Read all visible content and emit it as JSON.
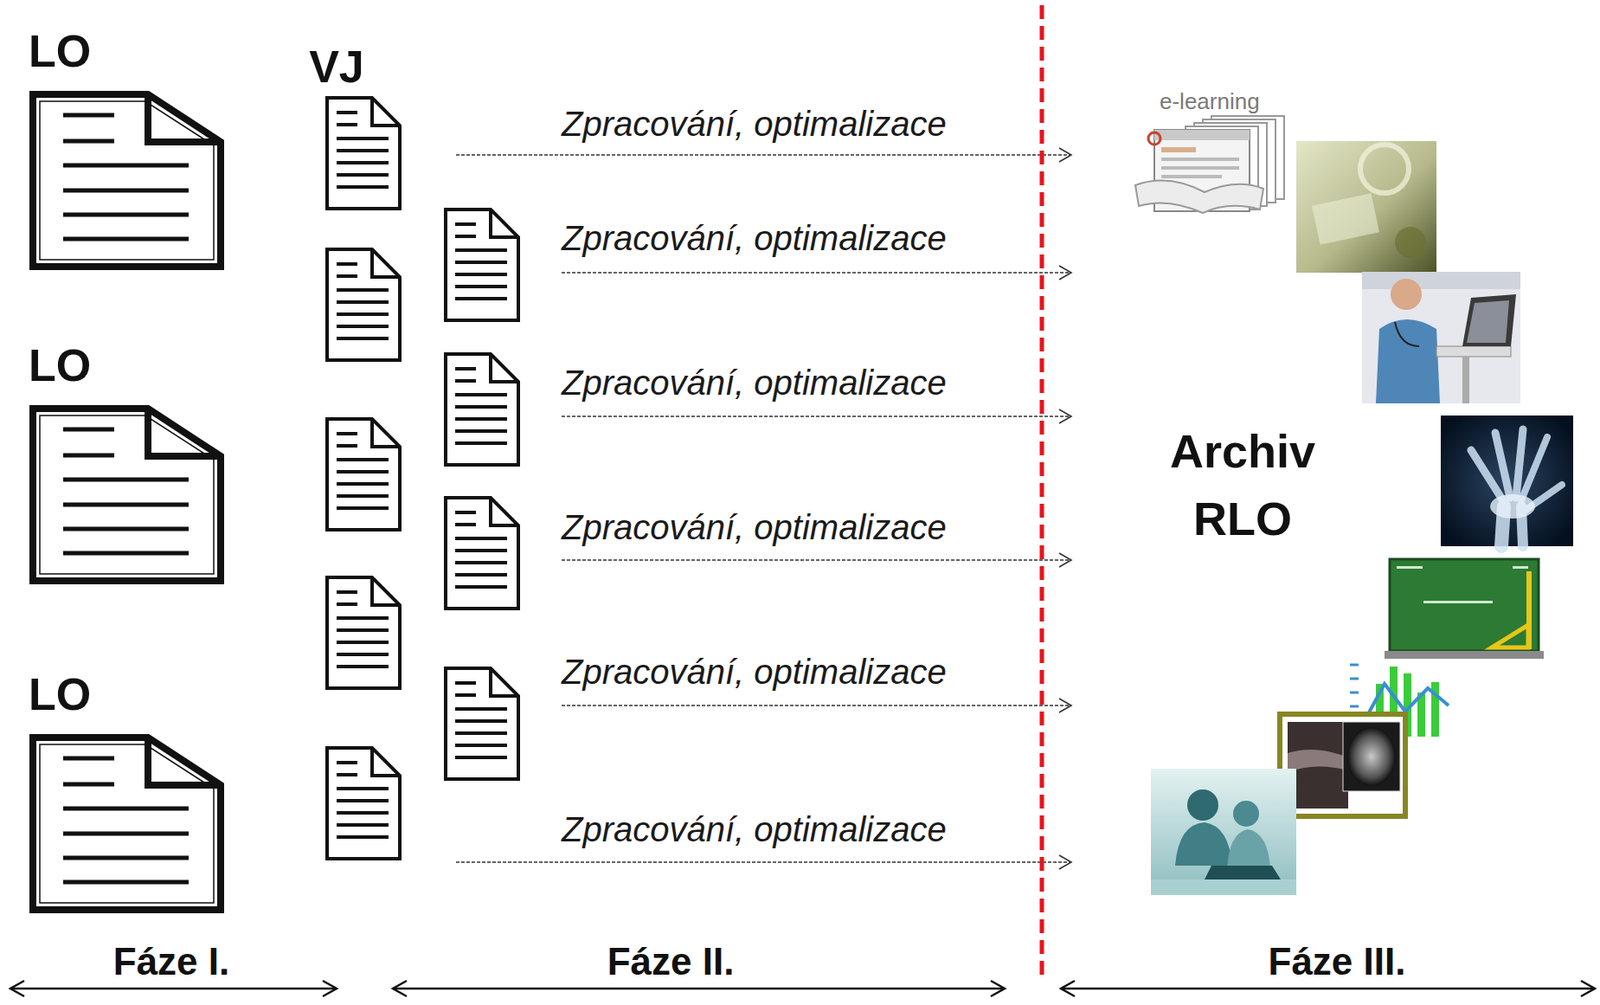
{
  "diagram": {
    "nodes": [
      {
        "text": [
          "LO"
        ]
      },
      {
        "text": [
          "LO"
        ]
      },
      {
        "text": [
          "LO"
        ]
      }
    ],
    "labels": [
      "VJ",
      "Zpracování, optimalizace",
      "Zpracování, optimalizace",
      "Zpracování, optimalizace",
      "Zpracování, optimalizace",
      "Zpracování, optimalizace",
      "Zpracování, optimalizace",
      "Archiv RLO",
      "e-learning",
      "Fáze I.",
      "Fáze II.",
      "Fáze III."
    ]
  }
}
